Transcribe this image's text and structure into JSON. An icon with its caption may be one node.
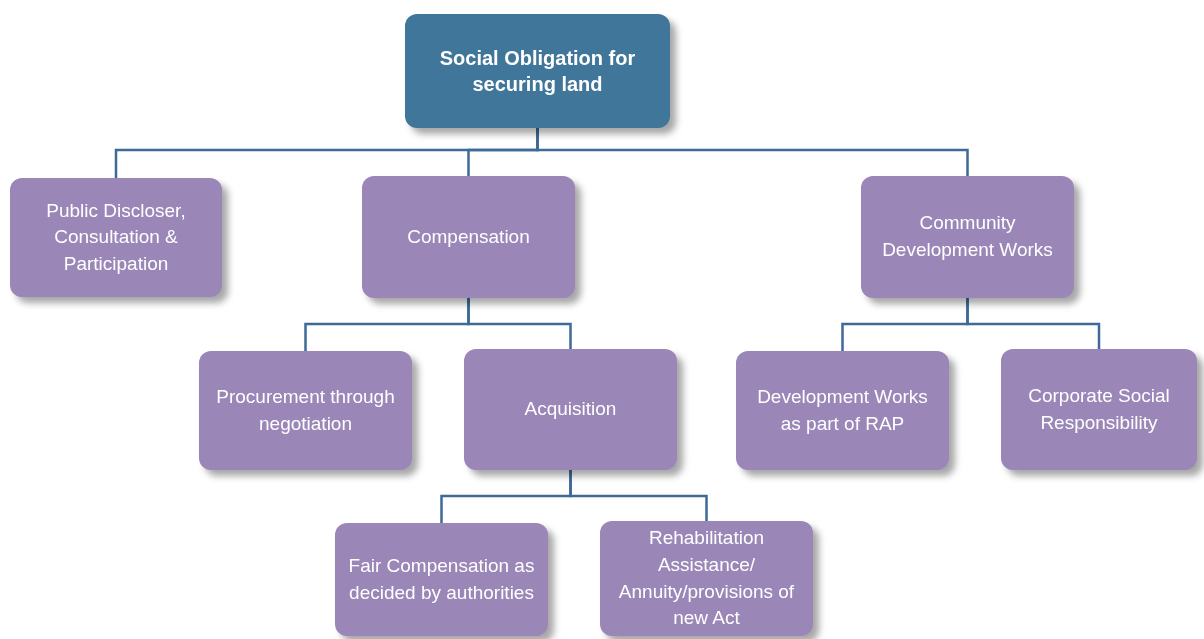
{
  "diagram": {
    "nodes": [
      {
        "text": [
          "Social Obligation for securing land"
        ]
      },
      {
        "text": [
          "Public Discloser, Consultation & Participation"
        ]
      },
      {
        "text": [
          "Compensation"
        ]
      },
      {
        "text": [
          "Community Development Works"
        ]
      },
      {
        "text": [
          "Procurement through negotiation"
        ]
      },
      {
        "text": [
          "Acquisition"
        ]
      },
      {
        "text": [
          "Development Works as part of RAP"
        ]
      },
      {
        "text": [
          "Corporate Social Responsibility"
        ]
      },
      {
        "text": [
          "Fair Compensation as decided by authorities"
        ]
      },
      {
        "text": [
          "Rehabilitation Assistance/ Annuity/provisions of new Act"
        ]
      }
    ],
    "edges": [
      {
        "from": 0,
        "to": 1,
        "arrow": "none"
      },
      {
        "from": 0,
        "to": 2,
        "arrow": "none"
      },
      {
        "from": 0,
        "to": 3,
        "arrow": "none"
      },
      {
        "from": 2,
        "to": 4,
        "arrow": "none"
      },
      {
        "from": 2,
        "to": 5,
        "arrow": "none"
      },
      {
        "from": 3,
        "to": 6,
        "arrow": "none"
      },
      {
        "from": 3,
        "to": 7,
        "arrow": "none"
      },
      {
        "from": 5,
        "to": 8,
        "arrow": "none"
      },
      {
        "from": 5,
        "to": 9,
        "arrow": "none"
      }
    ]
  }
}
